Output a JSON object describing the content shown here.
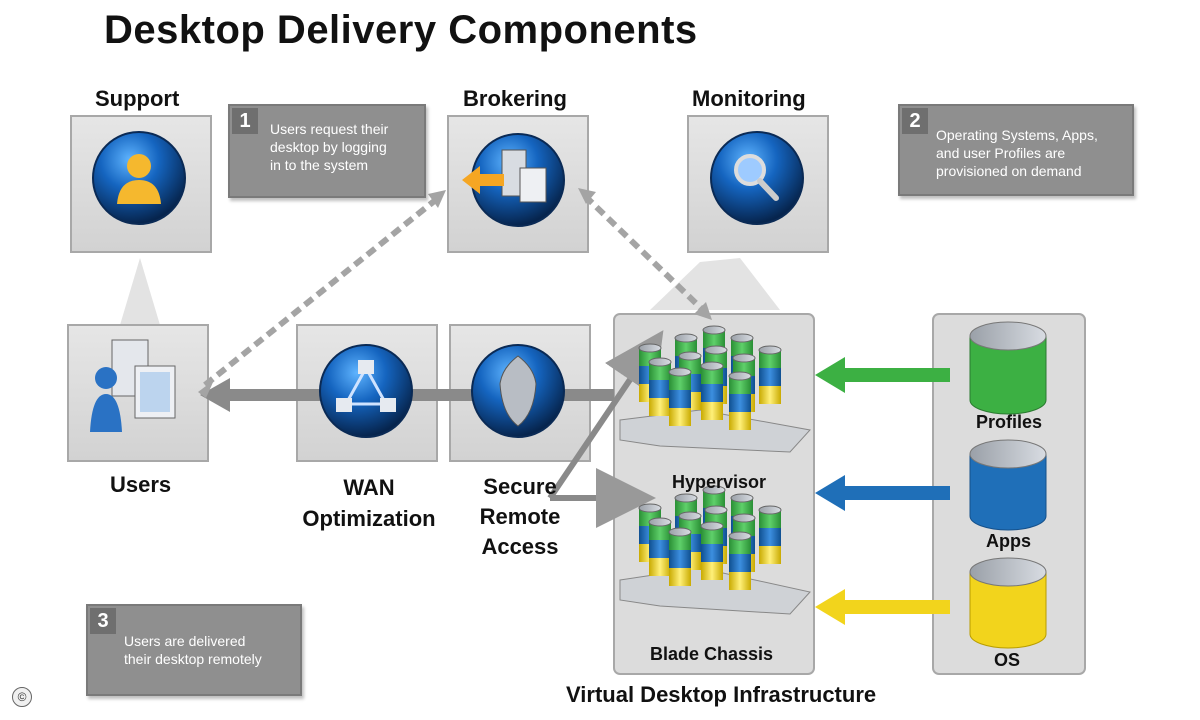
{
  "title": "Desktop Delivery  Components",
  "labels": {
    "support": "Support",
    "brokering": "Brokering",
    "monitoring": "Monitoring",
    "users": "Users",
    "wan": "WAN\nOptimization",
    "secure": "Secure\nRemote\nAccess",
    "hypervisor": "Hypervisor",
    "blade": "Blade Chassis",
    "vdi": "Virtual Desktop Infrastructure",
    "profiles": "Profiles",
    "apps": "Apps",
    "os": "OS"
  },
  "notes": [
    {
      "num": "1",
      "text": "Users request their\ndesktop by logging\nin to the system"
    },
    {
      "num": "2",
      "text": "Operating Systems, Apps,\nand user Profiles are\nprovisioned on demand"
    },
    {
      "num": "3",
      "text": "Users  are delivered\ntheir desktop remotely"
    }
  ],
  "copyright": "©",
  "colors": {
    "profiles": "#3cb043",
    "apps": "#1f6fb8",
    "os": "#f2d41c",
    "box": "#dcdcdc",
    "arrow": "#8a8a8a"
  },
  "icons": {
    "support": "user-icon",
    "brokering": "server-transfer-icon",
    "monitoring": "magnifier-icon",
    "users": "user-computer-icon",
    "wan": "network-icon",
    "secure": "shield-icon"
  }
}
